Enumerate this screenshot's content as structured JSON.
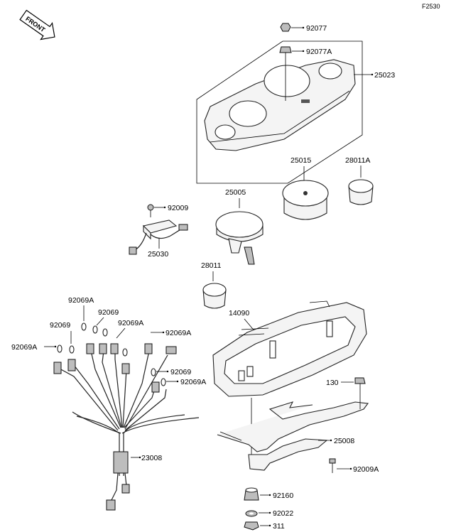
{
  "figure_code": "F2530",
  "front_label": "FRONT",
  "parts": [
    {
      "id": "p92077",
      "number": "92077"
    },
    {
      "id": "p92077A",
      "number": "92077A"
    },
    {
      "id": "p25023",
      "number": "25023"
    },
    {
      "id": "p25015",
      "number": "25015"
    },
    {
      "id": "p28011A",
      "number": "28011A"
    },
    {
      "id": "p25005",
      "number": "25005"
    },
    {
      "id": "p92009",
      "number": "92009"
    },
    {
      "id": "p25030",
      "number": "25030"
    },
    {
      "id": "p28011",
      "number": "28011"
    },
    {
      "id": "p14090",
      "number": "14090"
    },
    {
      "id": "p92069A_a",
      "number": "92069A"
    },
    {
      "id": "p92069_a",
      "number": "92069"
    },
    {
      "id": "p92069_b",
      "number": "92069"
    },
    {
      "id": "p92069A_b",
      "number": "92069A"
    },
    {
      "id": "p92069A_c",
      "number": "92069A"
    },
    {
      "id": "p92069A_d",
      "number": "92069A"
    },
    {
      "id": "p92069_c",
      "number": "92069"
    },
    {
      "id": "p92069A_e",
      "number": "92069A"
    },
    {
      "id": "p130",
      "number": "130"
    },
    {
      "id": "p25008",
      "number": "25008"
    },
    {
      "id": "p23008",
      "number": "23008"
    },
    {
      "id": "p92009A",
      "number": "92009A"
    },
    {
      "id": "p92160",
      "number": "92160"
    },
    {
      "id": "p92022",
      "number": "92022"
    },
    {
      "id": "p311",
      "number": "311"
    }
  ]
}
